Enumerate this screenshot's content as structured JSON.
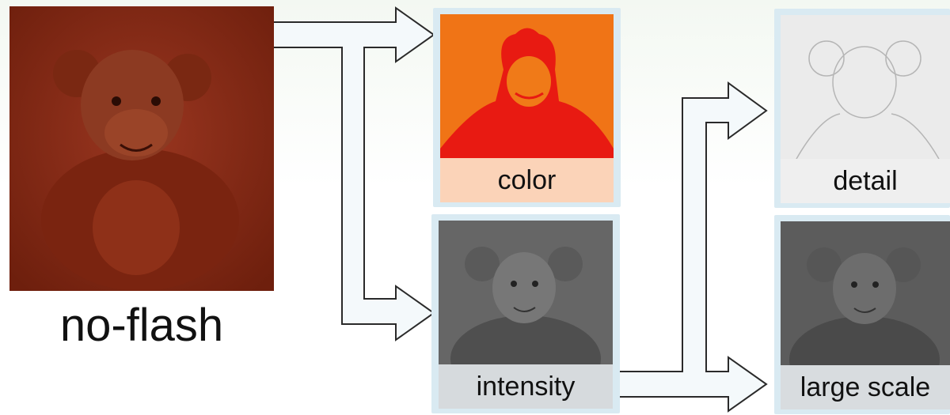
{
  "nodes": {
    "noflash": {
      "label": "no-flash",
      "image": "no-flash-photo",
      "tint": "#8a2a14"
    },
    "color": {
      "label": "color",
      "image": "color-layer-photo",
      "tint": "#ef6a12"
    },
    "intensity": {
      "label": "intensity",
      "image": "intensity-layer-photo",
      "tint": "#6e6e6e"
    },
    "detail": {
      "label": "detail",
      "image": "detail-layer-photo",
      "tint": "#e9e9e9"
    },
    "large_scale": {
      "label": "large scale",
      "image": "large-scale-layer-photo",
      "tint": "#5f5f5f"
    }
  },
  "edges": [
    {
      "from": "no-flash",
      "to": "color"
    },
    {
      "from": "no-flash",
      "to": "intensity"
    },
    {
      "from": "intensity",
      "to": "detail"
    },
    {
      "from": "intensity",
      "to": "large scale"
    }
  ],
  "colors": {
    "arrow_fill": "#f4f9fb",
    "arrow_stroke": "#2a2a2a",
    "frame": "#d9eaf2"
  }
}
